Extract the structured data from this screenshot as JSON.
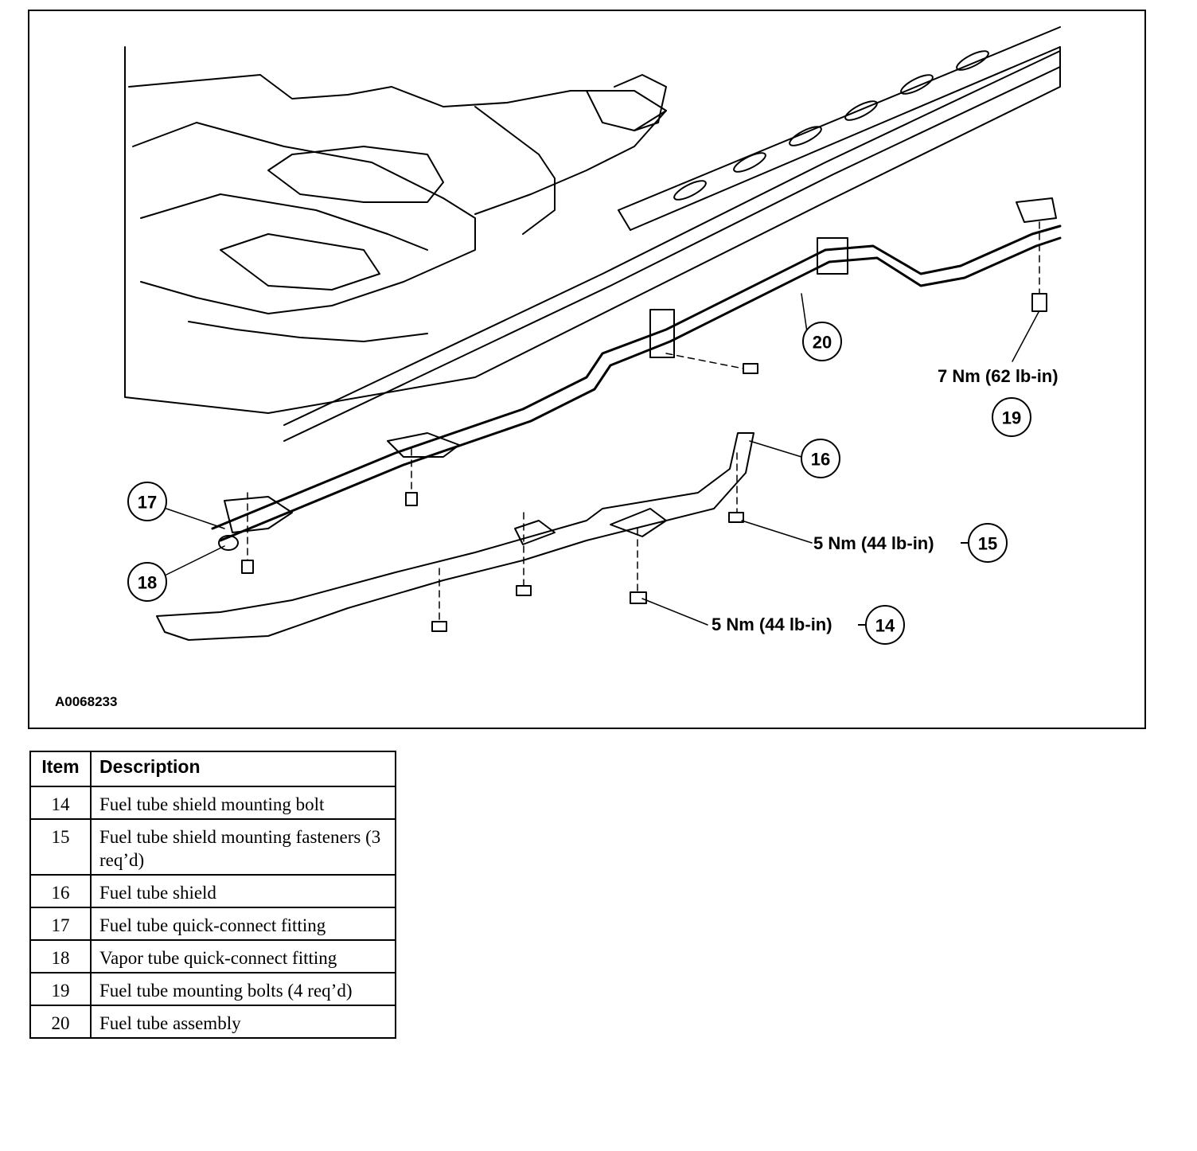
{
  "figure": {
    "id": "A0068233",
    "callouts": [
      {
        "num": "20",
        "torque": ""
      },
      {
        "num": "19",
        "torque": "7 Nm (62 lb-in)"
      },
      {
        "num": "16",
        "torque": ""
      },
      {
        "num": "15",
        "torque": "5 Nm (44 lb-in)"
      },
      {
        "num": "14",
        "torque": "5 Nm (44 lb-in)"
      },
      {
        "num": "17",
        "torque": ""
      },
      {
        "num": "18",
        "torque": ""
      }
    ]
  },
  "legend": {
    "headers": {
      "item": "Item",
      "description": "Description"
    },
    "rows": [
      {
        "item": "14",
        "description": "Fuel tube shield mounting bolt"
      },
      {
        "item": "15",
        "description": "Fuel tube shield mounting fasteners (3 req’d)"
      },
      {
        "item": "16",
        "description": "Fuel tube shield"
      },
      {
        "item": "17",
        "description": "Fuel tube quick-connect fitting"
      },
      {
        "item": "18",
        "description": "Vapor tube quick-connect fitting"
      },
      {
        "item": "19",
        "description": "Fuel tube mounting bolts (4 req’d)"
      },
      {
        "item": "20",
        "description": "Fuel tube assembly"
      }
    ]
  }
}
